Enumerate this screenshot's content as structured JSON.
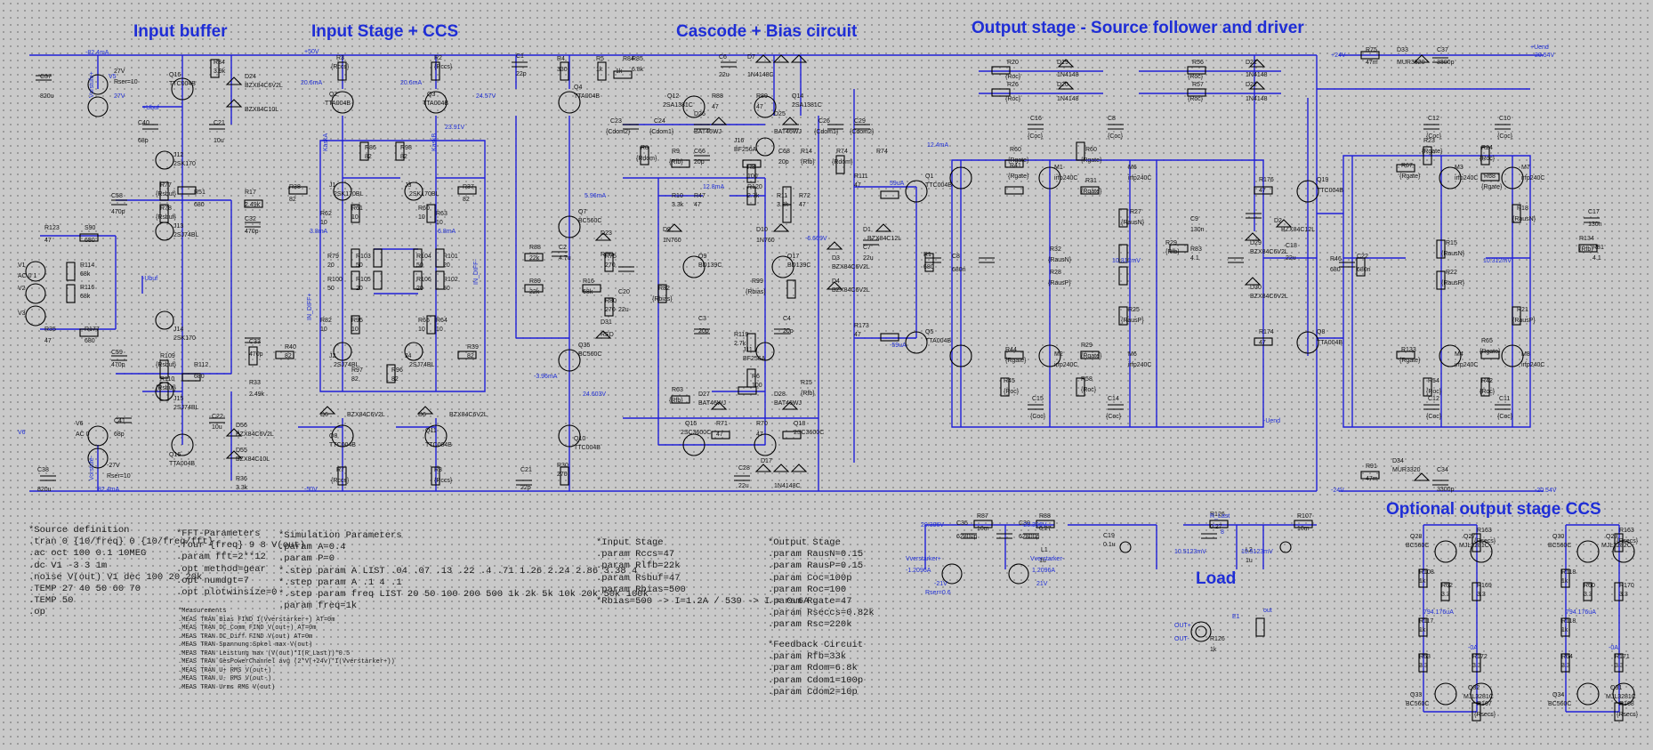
{
  "sections": {
    "input_buffer": "Input buffer",
    "input_stage": "Input Stage + CCS",
    "cascode": "Cascode + Bias circuit",
    "output_stage": "Output stage - Source follower and driver",
    "optional_ccs": "Optional output stage CCS",
    "load": "Load"
  },
  "directives": {
    "source": "*Source definition\n.tran 0 {10/freq} 0 {10/freq/fft}\n.ac oct 100 0.1 10MEG\n.dc V1 -3 3 1m\n.noise V(out) V1 dec 100 20 20k\n.TEMP 27 40 50 60 70\n.TEMP 50\n.op",
    "fft": "*FFT-Parameters\n.four {freq} 9 8 V(out)\n.param fft=2**12\n.opt method=gear\n.opt numdgt=7\n.opt plotwinsize=0",
    "sim": "*Simulation Parameters\n.param A=0.4\n.param P=0\n*.step param A LIST .04 .07 .13 .22 .4 .71 1.26 2.24 2.86 3.38 4\n*.step param A .1 4 .1\n*.step param freq LIST 20 50 100 200 500 1k 2k 5k 10k 20k 50k 100k\n.param freq=1k",
    "input": "*Input Stage\n.param Rccs=47\n.param Rlfb=22k\n.param Rsbuf=47\n.param Rbias=500\n*Rbias=500 -> I=1.2A / 539 -> I = 0.6A",
    "output": "*Output Stage\n.param RausN=0.15\n.param RausP=0.15\n.param Coc=100p\n.param Roc=100\n.param Rgate=47\n.param Rseccs=0.82k\n.param Rsc=220k",
    "feedback": "*Feedback Circuit\n.param Rfb=33k\n.param Rdom=6.8k\n.param Cdom1=100p\n.param Cdom2=10p",
    "measurements": "*Measurements\n.MEAS TRAN Bias FIND I(Vverstarker+) AT=0m\n.MEAS TRAN DC_Comm FIND V(out+) AT=0m\n.MEAS TRAN DC_Diff FIND V(out) AT=0m\n.MEAS TRAN Spannung:Spkel max V(out)\n.MEAS TRAN Leistung max (V(out)*I(R_Last))*0.5\n.MEAS TRAN GesPowerChannel avg (2*V(+24v)*I(Vverstarker+))\n.MEAS TRAN U+ RMS V(out+)\n.MEAS TRAN U- RMS V(out-)\n.MEAS TRAN Urms RMS V(out)"
  },
  "labels": {
    "top_rail": "+50V",
    "bot_rail": "-50V",
    "i_top": "-82.4mA",
    "i_bot": "82.4mA",
    "v1": "V1",
    "v1_spec": "AC 0 1",
    "v2": "V2",
    "v3": "V3",
    "v5": "V5",
    "v5_spec": "27V",
    "v5_rser": "Rser=10",
    "v6": "V6",
    "v6_spec": "AC 0",
    "v6_val": "-27V",
    "v6_rser": "Rser=10",
    "vorstufe_p": "Vorstufe+",
    "vorstufe_n": "Vorstufe-",
    "in_diff_p": "IN_DIFF+",
    "in_diff_n": "IN_DIFF-",
    "kaska": "KaskA",
    "kaskb": "KaskB",
    "cur_1": "20.6mA",
    "cur_2": "20.6mA",
    "cur_3": "24.57V",
    "cur_4": "23.91V",
    "cur_5": "3.8mA",
    "cur_6": "6.8mA",
    "cur_7": "-3.96mA",
    "cur_8": "5.96mA",
    "cur_9": "12.8mA",
    "cur_10": "12.4mA",
    "cur_11": "59uA",
    "cur_12": "-59uA",
    "cur_13": "24.603V",
    "cur_14": "-6.669V",
    "out_vout": "10.312mV",
    "out_vout2": "10.312mV",
    "rail_p": "20.54V",
    "rail_n": "-20.54V",
    "plus24": "+24V",
    "minus24": "-24V",
    "uend": "+Uend",
    "uend_n": "-Uend",
    "vv_p": "Vverstarker+",
    "vv_n": "Vverstarker-",
    "vv_p_i": "-1.2096A",
    "vv_n_i": "1.2096A",
    "vv_v1": "20.396V",
    "vv_v2": "-20.396V",
    "vv_minus21": "-21V",
    "vv_plus21": "21V",
    "vv_rser": "Rser=0.6",
    "load_rl": "R_Last",
    "load_r": "8",
    "load_10m": "10m",
    "load_cur": "10.5123mV",
    "load_cur2": "10.5123mV",
    "e1": "E1",
    "out": "out",
    "out_p": "OUT+",
    "out_n": "OUT-",
    "r126": "R126",
    "r126v": "1k",
    "ccs_i1": "794.176uA",
    "ccs_i2": "794.176uA",
    "ccs_zero1": "-0A",
    "ccs_zero2": "-0A"
  },
  "colors": {
    "wire": "#2020d8",
    "component": "#000000",
    "text": "#1f2ed6",
    "bg": "#c9c9c9"
  }
}
